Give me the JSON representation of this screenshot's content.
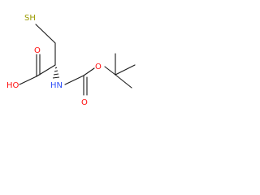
{
  "molecule": {
    "colors": {
      "carbon_bond": "#1a1a1a",
      "sulfur": "#9a9a00",
      "oxygen": "#ff0d0d",
      "nitrogen": "#3050f8",
      "background": "#ffffff"
    },
    "labels": {
      "thiol": "SH",
      "hydroxyl": "HO",
      "carbonyl_acid_o": "O",
      "amine": "HN",
      "carbonyl_boc_o": "O",
      "ester_o": "O"
    }
  }
}
